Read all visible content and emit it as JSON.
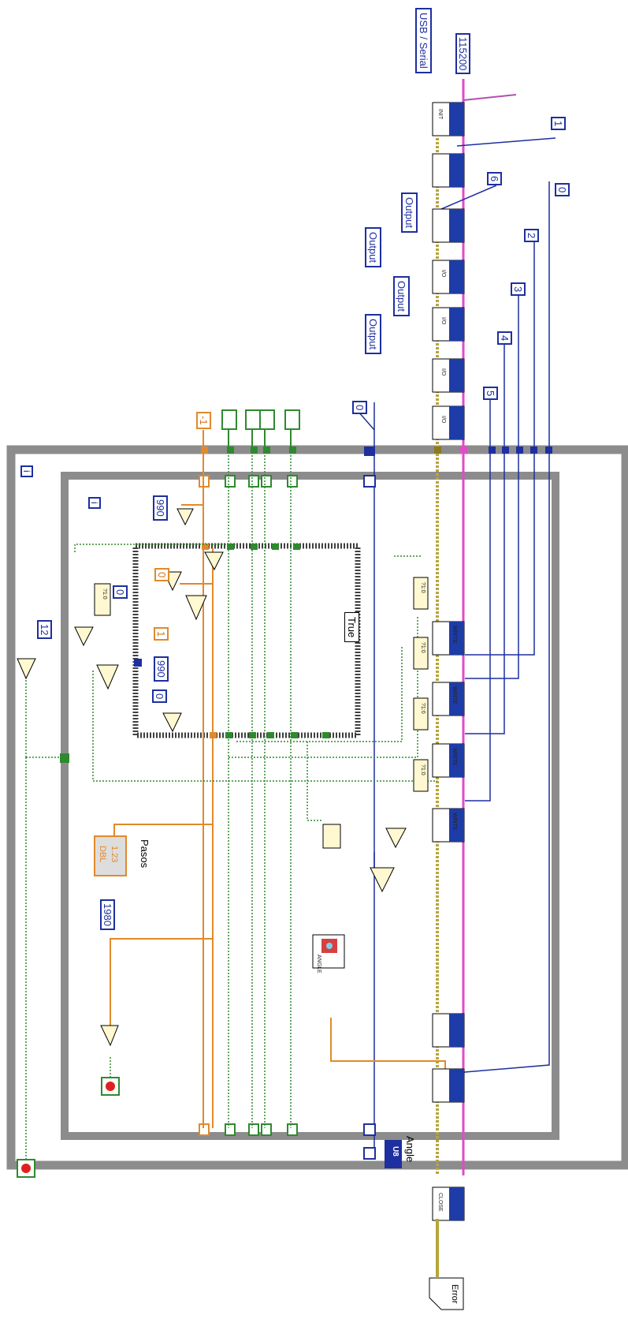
{
  "constants": {
    "port_ring": "USB / Serial",
    "baud": "115200",
    "board_type": "1",
    "pin_a": "6",
    "pin_b": "0",
    "pin_c": "2",
    "pin_d": "3",
    "pin_e": "4",
    "pin_f": "5",
    "mode_1": "Output",
    "mode_2": "Output",
    "mode_3": "Output",
    "mode_4": "Output",
    "neg_one": "-1",
    "init_zero": "0",
    "step_990": "990",
    "step_990_b": "990",
    "zero_a": "0",
    "zero_b": "0",
    "zero_c": "0",
    "one": "1",
    "twelve": "12",
    "limit_1980": "1980"
  },
  "case_structure": {
    "selector": "True"
  },
  "indicators": {
    "pasos_label": "Pasos",
    "pasos_value": "1.23",
    "pasos_type": "DBL",
    "angle_label": "Angle",
    "angle_type": "U8"
  },
  "subvis": {
    "init": "INIT",
    "write_1": "WRITE",
    "write_2": "WRITE",
    "write_3": "WRITE",
    "write_4": "WRITE",
    "io_1": "I/O",
    "io_2": "I/O",
    "io_3": "I/O",
    "io_4": "I/O",
    "close": "CLOSE",
    "ang": "ANGLE",
    "bool_to_num": "?1:0"
  },
  "iteration": {
    "outer": "i",
    "inner": "i"
  },
  "error_out": "Error",
  "colors": {
    "wire_error": "#b8a53a",
    "wire_ref": "#e04cc8",
    "wire_int": "#1e2fa0",
    "wire_dbl": "#e08a2b",
    "wire_bool": "#2e8a2e",
    "loop_frame": "#8c8c8c",
    "case_frame": "#404040",
    "subvi_blue": "#1e3ca8"
  }
}
